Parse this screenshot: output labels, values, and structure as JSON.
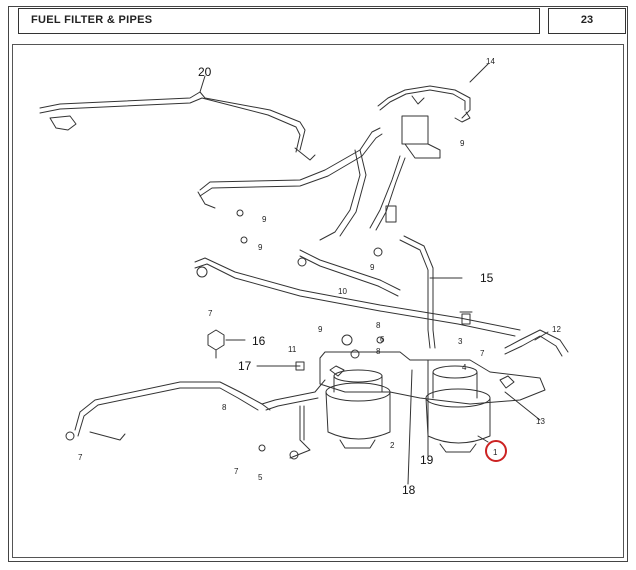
{
  "header": {
    "title": "FUEL FILTER & PIPES",
    "page_number": "23"
  },
  "callouts": {
    "c20": "20",
    "c14": "14",
    "c9a": "9",
    "c9b": "9",
    "c9c": "9",
    "c9d": "9",
    "c10": "10",
    "c15": "15",
    "c7a": "7",
    "c7b": "7",
    "c7c": "7",
    "c7d": "7",
    "c16": "16",
    "c11": "11",
    "c9e": "9",
    "c8a": "8",
    "c8b": "8",
    "c17": "17",
    "c12": "12",
    "c13": "13",
    "c4": "4",
    "c3": "3",
    "c5": "5",
    "c2": "2",
    "c19": "19",
    "c18": "18",
    "c1": "1",
    "c8c": "8",
    "c6": "6"
  },
  "highlight": {
    "color": "#cc2222",
    "part": "1"
  },
  "colors": {
    "line": "#333333",
    "frame": "#444444",
    "text": "#222222"
  }
}
